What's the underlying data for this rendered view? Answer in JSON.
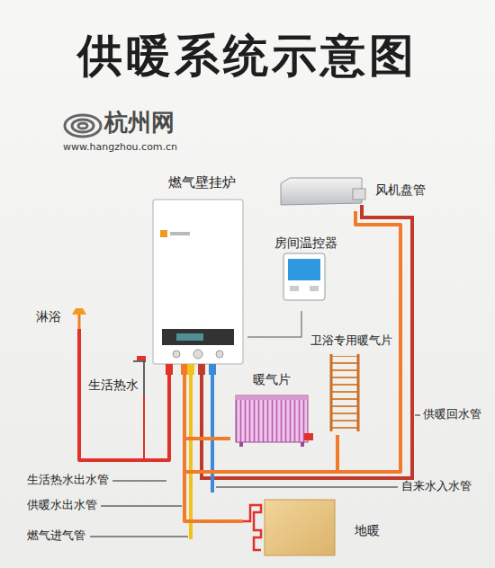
{
  "diagram": {
    "title": "供暖系统示意图",
    "nodes": [
      {
        "text": [
          "燃气壁挂炉"
        ]
      },
      {
        "text": [
          "风机盘管"
        ]
      },
      {
        "text": [
          "房间温控器"
        ]
      },
      {
        "text": [
          "卫浴专用暖气片"
        ]
      },
      {
        "text": [
          "暖气片"
        ]
      },
      {
        "text": [
          "地暖"
        ]
      },
      {
        "text": [
          "淋浴"
        ]
      },
      {
        "text": [
          "生活热水"
        ]
      }
    ],
    "edges": [
      {
        "from": 0,
        "to": 1,
        "arrow": "none"
      },
      {
        "from": 2,
        "to": 0,
        "arrow": "none"
      },
      {
        "from": 0,
        "to": 3,
        "arrow": "none"
      },
      {
        "from": 0,
        "to": 4,
        "arrow": "none"
      },
      {
        "from": 0,
        "to": 5,
        "arrow": "none"
      },
      {
        "from": 0,
        "to": 6,
        "arrow": "none"
      },
      {
        "from": 0,
        "to": 7,
        "arrow": "none"
      }
    ],
    "labels": [
      "杭州网",
      "www.hangzhou.com.cn",
      "生活热水出水管",
      "供暖水出水管",
      "燃气进气管",
      "供暖回水管",
      "自来水入水管"
    ]
  }
}
